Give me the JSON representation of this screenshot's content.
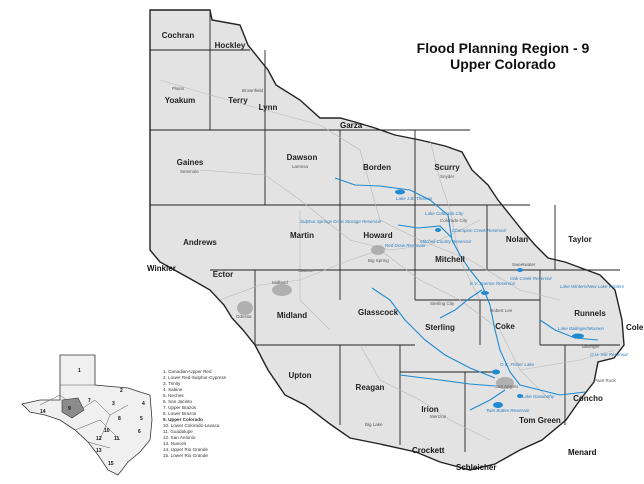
{
  "title": {
    "line1": "Flood Planning Region - 9",
    "line2": "Upper Colorado"
  },
  "colors": {
    "region_fill": "#e3e3e3",
    "county_line": "#222222",
    "river": "#1f8ad0",
    "road": "#b8b8b8",
    "city": "#9a9a9a",
    "highlight": "#7a7a7a"
  },
  "counties_inside": [
    "Cochran",
    "Hockley",
    "Yoakum",
    "Terry",
    "Lynn",
    "Gaines",
    "Dawson",
    "Borden",
    "Scurry",
    "Andrews",
    "Martin",
    "Howard",
    "Mitchell",
    "Nolan",
    "Taylor",
    "Ector",
    "Midland",
    "Glasscock",
    "Sterling",
    "Coke",
    "Runnels",
    "Upton",
    "Reagan",
    "Irion",
    "Tom Green",
    "Concho"
  ],
  "counties_outside": [
    "Garza",
    "Winkler",
    "Crockett",
    "Schleicher",
    "Menard",
    "Cole"
  ],
  "cities": [
    "Plains",
    "Brownfield",
    "Seminole",
    "Lamesa",
    "Snyder",
    "Big Spring",
    "Colorado City",
    "Stanton",
    "Sweetwater",
    "Robert Lee",
    "Sterling City",
    "San Angelo",
    "Ballinger",
    "Mertzon",
    "Big Lake",
    "Paint Rock",
    "Midland",
    "Odessa"
  ],
  "lakes": [
    "Lake J.B. Thomas",
    "Lake Colorado City",
    "Champion Creek Reservoir",
    "Mitchell County Reservoir",
    "Sulphur Springs Draw Storage Reservoir",
    "Red Draw Reservoir",
    "Oak Creek Reservoir",
    "E.V. Spence Reservoir",
    "Lake Winters/New Lake Winters",
    "Lake Ballinger/Moonen",
    "O.H. Ivie Reservoir",
    "O.C. Fisher Lake",
    "Lake Nasworthy",
    "Twin Buttes Reservoir"
  ],
  "legend": [
    "1. Canadian-Upper Red",
    "2. Lower Red-Sulphur-Cypress",
    "3. Trinity",
    "4. Sabine",
    "5. Neches",
    "6. San Jacinto",
    "7. Upper Brazos",
    "8. Lower Brazos",
    "9. Upper Colorado",
    "10. Lower Colorado-Lavaca",
    "11. Guadalupe",
    "12. San Antonio",
    "13. Nueces",
    "14. Upper Rio Grande",
    "15. Lower Rio Grande"
  ],
  "inset_numbers": [
    "1",
    "2",
    "3",
    "4",
    "5",
    "6",
    "7",
    "8",
    "9",
    "10",
    "11",
    "12",
    "13",
    "14",
    "15"
  ]
}
